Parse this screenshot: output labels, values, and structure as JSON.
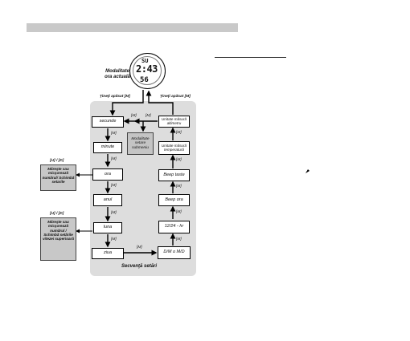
{
  "watch": {
    "day": "SU",
    "time": "2:43",
    "seconds": "56"
  },
  "current_mode_label": "Modalitate ora actuală",
  "hold_left": "Ţineţi apăsat [M]",
  "hold_right": "Ţineţi apăsat [M]",
  "m_tag": "[M]",
  "side_tag": "[U] / [D]",
  "submode_label": "Modalitate setare submeniu",
  "left_column": [
    "secunde",
    "minute",
    "ora",
    "anul",
    "luna",
    "ziua"
  ],
  "right_column": [
    "Unitate măsură altimetru",
    "Unitate măsură temperatură",
    "Beep taste",
    "Beep ora",
    "12/24 - hr",
    "D/M o M/D"
  ],
  "side_note_1": "Măreşte sau micşorează numărul/ Schimbă setarile",
  "side_note_2": "Măreşte sau micşorează numărul / Schimbă setările vitezei superioară",
  "sequence_label": "Secvenţă setări"
}
